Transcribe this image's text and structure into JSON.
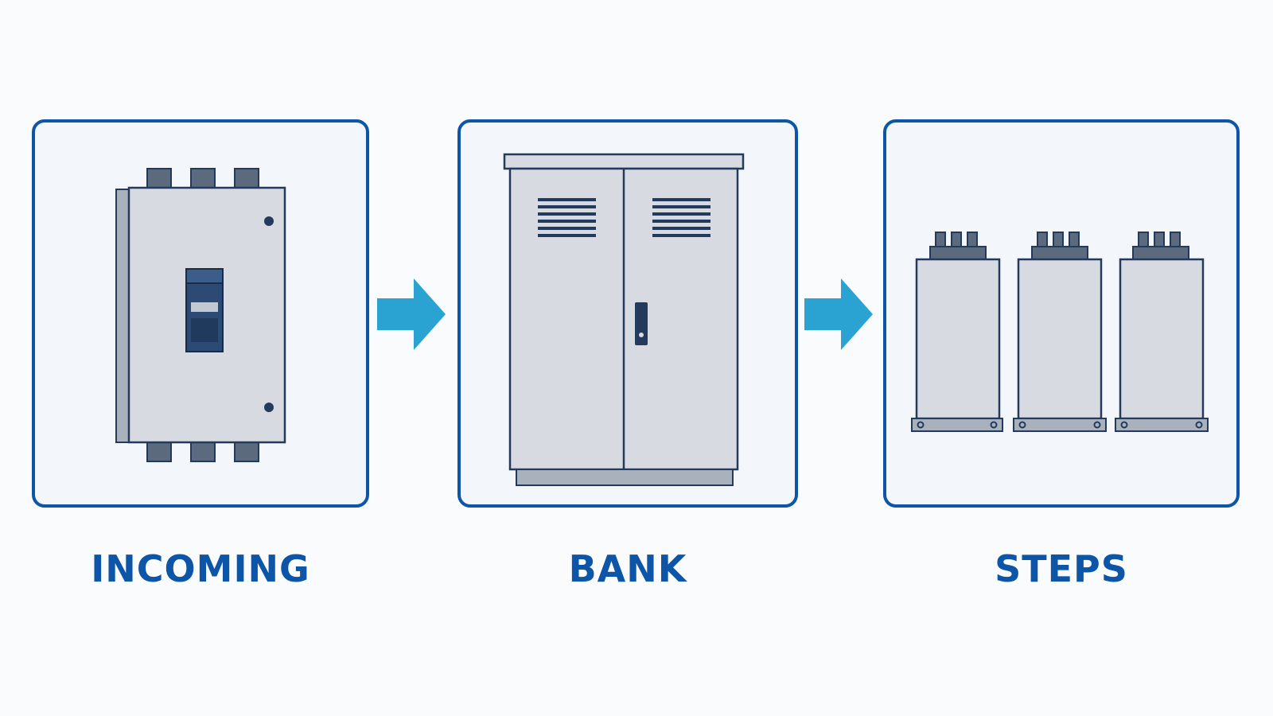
{
  "stages": [
    {
      "label": "INCOMING",
      "icon": "circuit-breaker-icon"
    },
    {
      "label": "BANK",
      "icon": "cabinet-icon"
    },
    {
      "label": "STEPS",
      "icon": "capacitor-units-icon"
    }
  ],
  "colors": {
    "frame": "#0d55a6",
    "arrow": "#2aa3d3",
    "equipment_fill": "#d7dbe1",
    "equipment_stroke": "#233a5c",
    "panel_bg": "#f3f6fa"
  }
}
